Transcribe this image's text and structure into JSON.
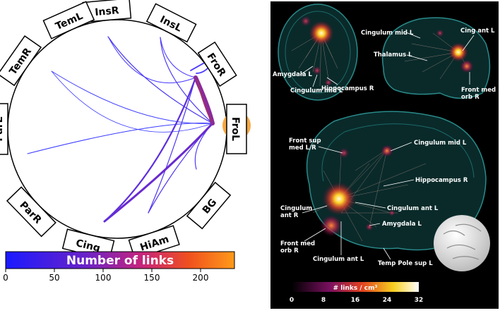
{
  "circle": {
    "segments": [
      "InsR",
      "InsL",
      "FroR",
      "FroL",
      "BG",
      "HiAm",
      "Cing",
      "ParR",
      "ParL",
      "TemR",
      "TemL"
    ],
    "colorbar_label": "Number of links",
    "ticks": [
      "0",
      "50",
      "100",
      "150",
      "200"
    ]
  },
  "brain": {
    "top_left_labels": [
      "Amygdala L",
      "Cingulum mid L",
      "Hippocampus R"
    ],
    "top_right_labels": [
      "Cingulum mid L",
      "Cing ant L",
      "Thalamus L",
      "Front med",
      "orb R"
    ],
    "big_labels": [
      "Front sup",
      "med L/R",
      "Cingulum mid L",
      "Hippocampus R",
      "Cingulum ant L",
      "Cingulum",
      "ant R",
      "Amygdala L",
      "Front med",
      "orb R",
      "Cingulum ant L",
      "Temp Pole sup L"
    ],
    "colorbar_label": "# links / cm³",
    "ticks": [
      "0",
      "8",
      "16",
      "24",
      "32"
    ]
  },
  "colors": {
    "link_low": "#1a1aff",
    "link_mid": "#9b2ca0",
    "link_high": "#ff8c1a",
    "self_loop": "#f5a742"
  }
}
